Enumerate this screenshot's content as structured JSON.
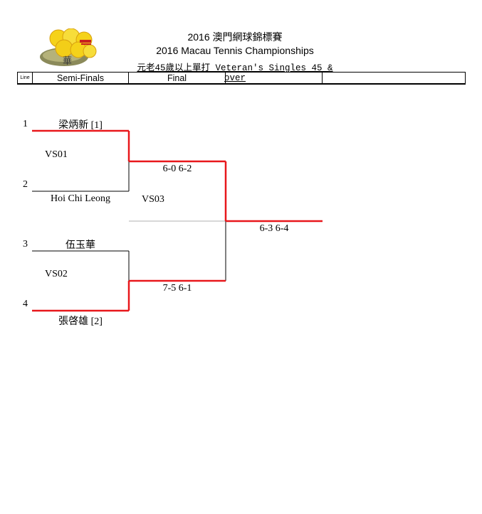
{
  "header": {
    "title_year": "2016 澳門網球錦標賽",
    "title_en": "2016 Macau Tennis Championships",
    "event": "元老45歲以上單打 Veteran's Singles 45 & over"
  },
  "columns": {
    "line": "Line",
    "semi": "Semi-Finals",
    "final": "Final",
    "empty1": "",
    "empty2": ""
  },
  "players": [
    {
      "line": "1",
      "name": "梁炳新 [1]"
    },
    {
      "line": "2",
      "name": "Hoi Chi Leong"
    },
    {
      "line": "3",
      "name": "伍玉華"
    },
    {
      "line": "4",
      "name": "張啓雄 [2]"
    }
  ],
  "matches": {
    "vs01": "VS01",
    "vs02": "VS02",
    "vs03": "VS03",
    "score_sf1": "6-0 6-2",
    "score_sf2": "7-5 6-1",
    "score_final": "6-3 6-4"
  },
  "colors": {
    "winner_line": "#e8171b",
    "line": "#000000",
    "separator": "#b0b0b0",
    "logo_ball": "#f5d21a"
  },
  "logo_icon": "tennis-balls-logo-icon"
}
